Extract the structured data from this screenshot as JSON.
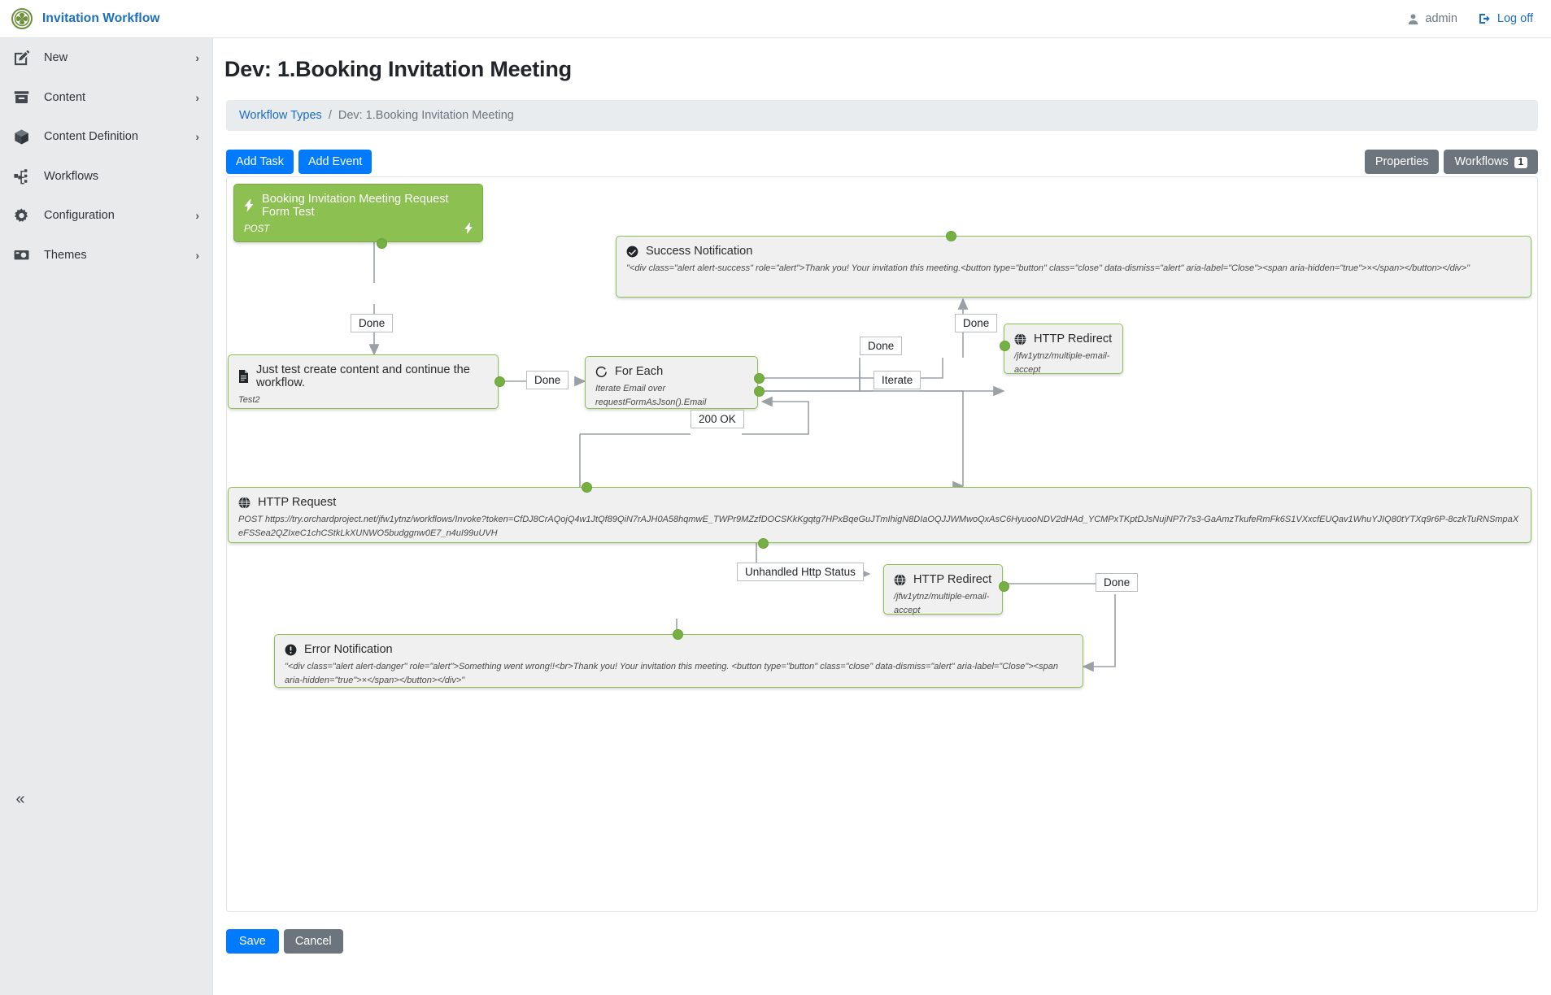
{
  "app": {
    "brand": "Invitation Workflow",
    "user": "admin",
    "logoff": "Log off",
    "user_icon": "user-icon",
    "logoff_icon": "logout-icon",
    "brand_icon": "orchard-logo-icon"
  },
  "sidebar": {
    "collapse_icon": "chevron-double-left-icon",
    "items": [
      {
        "label": "New",
        "icon": "pencil-square-icon",
        "chevron": "›",
        "has_chevron": true
      },
      {
        "label": "Content",
        "icon": "archive-box-icon",
        "chevron": "›",
        "has_chevron": true
      },
      {
        "label": "Content Definition",
        "icon": "cube-icon",
        "chevron": "›",
        "has_chevron": true
      },
      {
        "label": "Workflows",
        "icon": "workflow-nodes-icon",
        "chevron": "",
        "has_chevron": false
      },
      {
        "label": "Configuration",
        "icon": "gear-icon",
        "chevron": "›",
        "has_chevron": true
      },
      {
        "label": "Themes",
        "icon": "camera-icon",
        "chevron": "›",
        "has_chevron": true
      }
    ]
  },
  "page": {
    "title": "Dev: 1.Booking Invitation Meeting",
    "breadcrumb": {
      "root": "Workflow Types",
      "separator": "/",
      "current": "Dev: 1.Booking Invitation Meeting"
    }
  },
  "toolbar": {
    "add_task": "Add Task",
    "add_event": "Add Event",
    "properties": "Properties",
    "workflows": "Workflows",
    "workflows_count": "1"
  },
  "footer": {
    "save": "Save",
    "cancel": "Cancel"
  },
  "colors": {
    "accent_blue": "#007bff",
    "link_blue": "#1b6ec2",
    "node_green": "#8cc152",
    "port_green": "#76b043",
    "gray_button": "#6c757d",
    "sidebar_bg": "#e9eaec"
  },
  "workflow": {
    "nodes": [
      {
        "id": "start",
        "title": "Booking Invitation Meeting Request Form Test",
        "subtitle": "POST",
        "icon": "lightning-bolt-icon",
        "corner_icon": "lightning-bolt-icon",
        "kind": "start"
      },
      {
        "id": "success-notification",
        "title": "Success Notification",
        "subtitle": "\"<div class=\"alert alert-success\" role=\"alert\">Thank you! Your invitation this meeting.<button type=\"button\" class=\"close\" data-dismiss=\"alert\" aria-label=\"Close\"><span aria-hidden=\"true\">×</span></button></div>\"",
        "icon": "check-circle-icon",
        "kind": "task"
      },
      {
        "id": "create-content",
        "title": "Just test create content and continue the workflow.",
        "subtitle": "Test2",
        "icon": "document-icon",
        "kind": "task"
      },
      {
        "id": "for-each",
        "title": "For Each",
        "subtitle": "Iterate Email over requestFormAsJson().Email",
        "icon": "loop-circle-icon",
        "kind": "task"
      },
      {
        "id": "http-redirect-top",
        "title": "HTTP Redirect",
        "subtitle": "/jfw1ytnz/multiple-email-accept",
        "icon": "globe-icon",
        "kind": "task"
      },
      {
        "id": "http-request",
        "title": "HTTP Request",
        "subtitle": "POST https://try.orchardproject.net/jfw1ytnz/workflows/Invoke?token=CfDJ8CrAQojQ4w1JtQf89QiN7rAJH0A58hqmwE_TWPr9MZzfDOCSKkKgqtg7HPxBqeGuJTmIhigN8DIaOQJJWMwoQxAsC6HyuooNDV2dHAd_YCMPxTKptDJsNujNP7r7s3-GaAmzTkufeRmFk6S1VXxcfEUQav1WhuYJIQ80tYTXq9r6P-8czkTuRNSmpaXeFSSea2QZIxeC1chCStkLkXUNWO5budggnw0E7_n4uI99uUVH",
        "icon": "globe-icon",
        "kind": "task"
      },
      {
        "id": "http-redirect-bottom",
        "title": "HTTP Redirect",
        "subtitle": "/jfw1ytnz/multiple-email-accept",
        "icon": "globe-icon",
        "kind": "task"
      },
      {
        "id": "error-notification",
        "title": "Error Notification",
        "subtitle": "\"<div class=\"alert alert-danger\" role=\"alert\">Something went wrong!!<br>Thank you! Your invitation this meeting. <button type=\"button\" class=\"close\" data-dismiss=\"alert\" aria-label=\"Close\"><span aria-hidden=\"true\">×</span></button></div>\"",
        "icon": "exclamation-circle-icon",
        "kind": "task"
      }
    ],
    "edge_labels": [
      {
        "id": "done-start",
        "text": "Done"
      },
      {
        "id": "done-create",
        "text": "Done"
      },
      {
        "id": "done-redirect-in",
        "text": "Done"
      },
      {
        "id": "done-foreach",
        "text": "Done"
      },
      {
        "id": "iterate",
        "text": "Iterate"
      },
      {
        "id": "status-200",
        "text": "200 OK"
      },
      {
        "id": "unhandled",
        "text": "Unhandled Http Status"
      },
      {
        "id": "done-bottom",
        "text": "Done"
      }
    ]
  }
}
